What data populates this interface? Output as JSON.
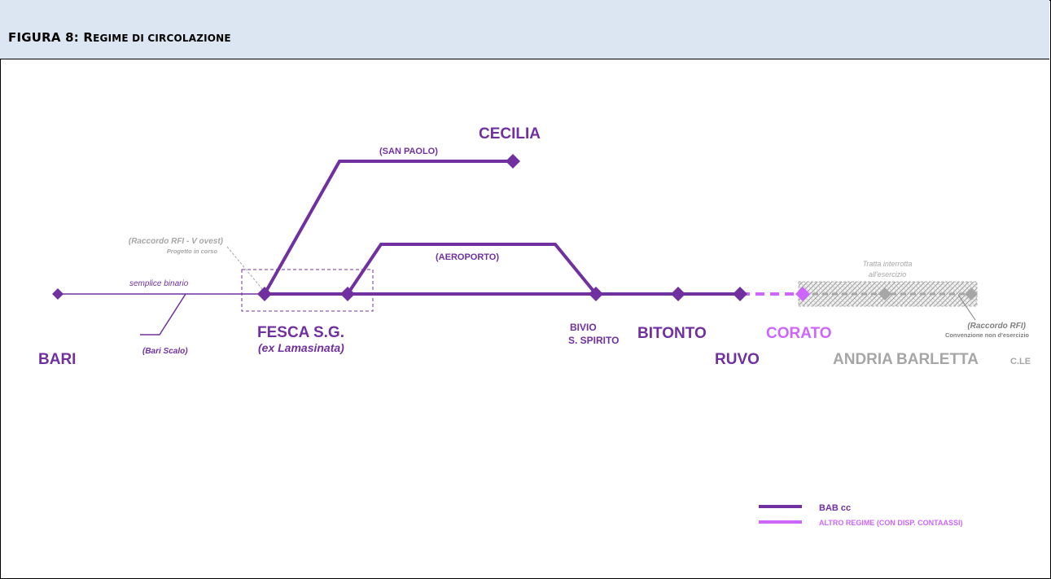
{
  "figure": {
    "title_prefix": "FIGURA 8",
    "title_sep": ": R",
    "title_rest": "EGIME DI CIRCOLAZIONE"
  },
  "colors": {
    "main": "#7030a0",
    "alt": "#cc66ff",
    "grey": "#a6a6a6",
    "dark_grey": "#7f7f7f"
  },
  "labels": {
    "bari": "BARI",
    "bari_scalo": "(Bari Scalo)",
    "semplice_binario": "semplice binario",
    "raccordo_rfi_v_ovest": "(Raccordo RFI - V ovest)",
    "progetto_in_corso": "Progetto in corso",
    "fesca": "FESCA S.G.",
    "ex_lamasinata": "(ex Lamasinata)",
    "cecilia": "CECILIA",
    "san_paolo": "(SAN PAOLO)",
    "aeroporto": "(AEROPORTO)",
    "bivio": "BIVIO",
    "s_spirito": "S. SPIRITO",
    "bitonto": "BITONTO",
    "ruvo": "RUVO",
    "corato": "CORATO",
    "andria": "ANDRIA",
    "barletta": "BARLETTA",
    "barletta_suffix": "C.LE",
    "tratta_interrotta_1": "Tratta interrotta",
    "tratta_interrotta_2": "all'esercizio",
    "raccordo_rfi": "(Raccordo RFI)",
    "convenzione": "Convenzione non d'esercizio"
  },
  "legend": {
    "items": [
      {
        "label": "BAB cc",
        "color": "#7030a0"
      },
      {
        "label": "ALTRO REGIME (CON DISP. CONTAASSI)",
        "color": "#cc66ff"
      }
    ]
  }
}
